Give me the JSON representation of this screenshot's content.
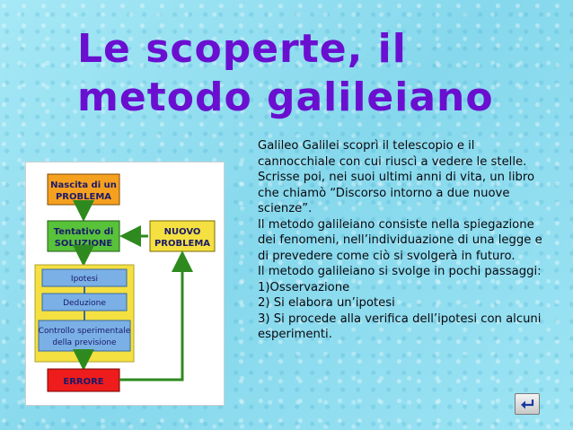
{
  "slide": {
    "title_line1": "Le scoperte, il",
    "title_line2": "metodo galileiano",
    "paragraphs": [
      "Galileo Galilei scoprì il telescopio e il cannocchiale con cui riuscì a vedere le stelle. Scrisse poi, nei suoi ultimi anni di vita, un libro che chiamò “Discorso intorno a due nuove scienze”.",
      "Il metodo galileiano consiste nella spiegazione dei fenomeni, nell’individuazione di una legge e di prevedere come ciò si svolgerà in futuro.",
      "Il metodo galileiano si svolge in pochi passaggi:",
      "1)Osservazione",
      "2) Si elabora un’ipotesi",
      "3) Si procede alla verifica dell’ipotesi con alcuni esperimenti."
    ]
  },
  "diagram": {
    "nascita_line1": "Nascita di un",
    "nascita_line2": "PROBLEMA",
    "tentativo_line1": "Tentativo di",
    "tentativo_line2": "SOLUZIONE",
    "nuovo_line1": "NUOVO",
    "nuovo_line2": "PROBLEMA",
    "ipotesi": "Ipotesi",
    "deduzione": "Deduzione",
    "controllo_line1": "Controllo sperimentale",
    "controllo_line2": "della previsione",
    "errore": "ERRORE"
  },
  "colors": {
    "title": "#6a0fd0",
    "box_orange": "#f6a020",
    "box_green": "#58c23a",
    "box_yellow": "#f4e040",
    "box_red": "#ee1c1c",
    "box_blue": "#7ab0e6",
    "arrow_green": "#2e8a1e"
  },
  "icons": {
    "nav": "return-arrow-icon"
  }
}
